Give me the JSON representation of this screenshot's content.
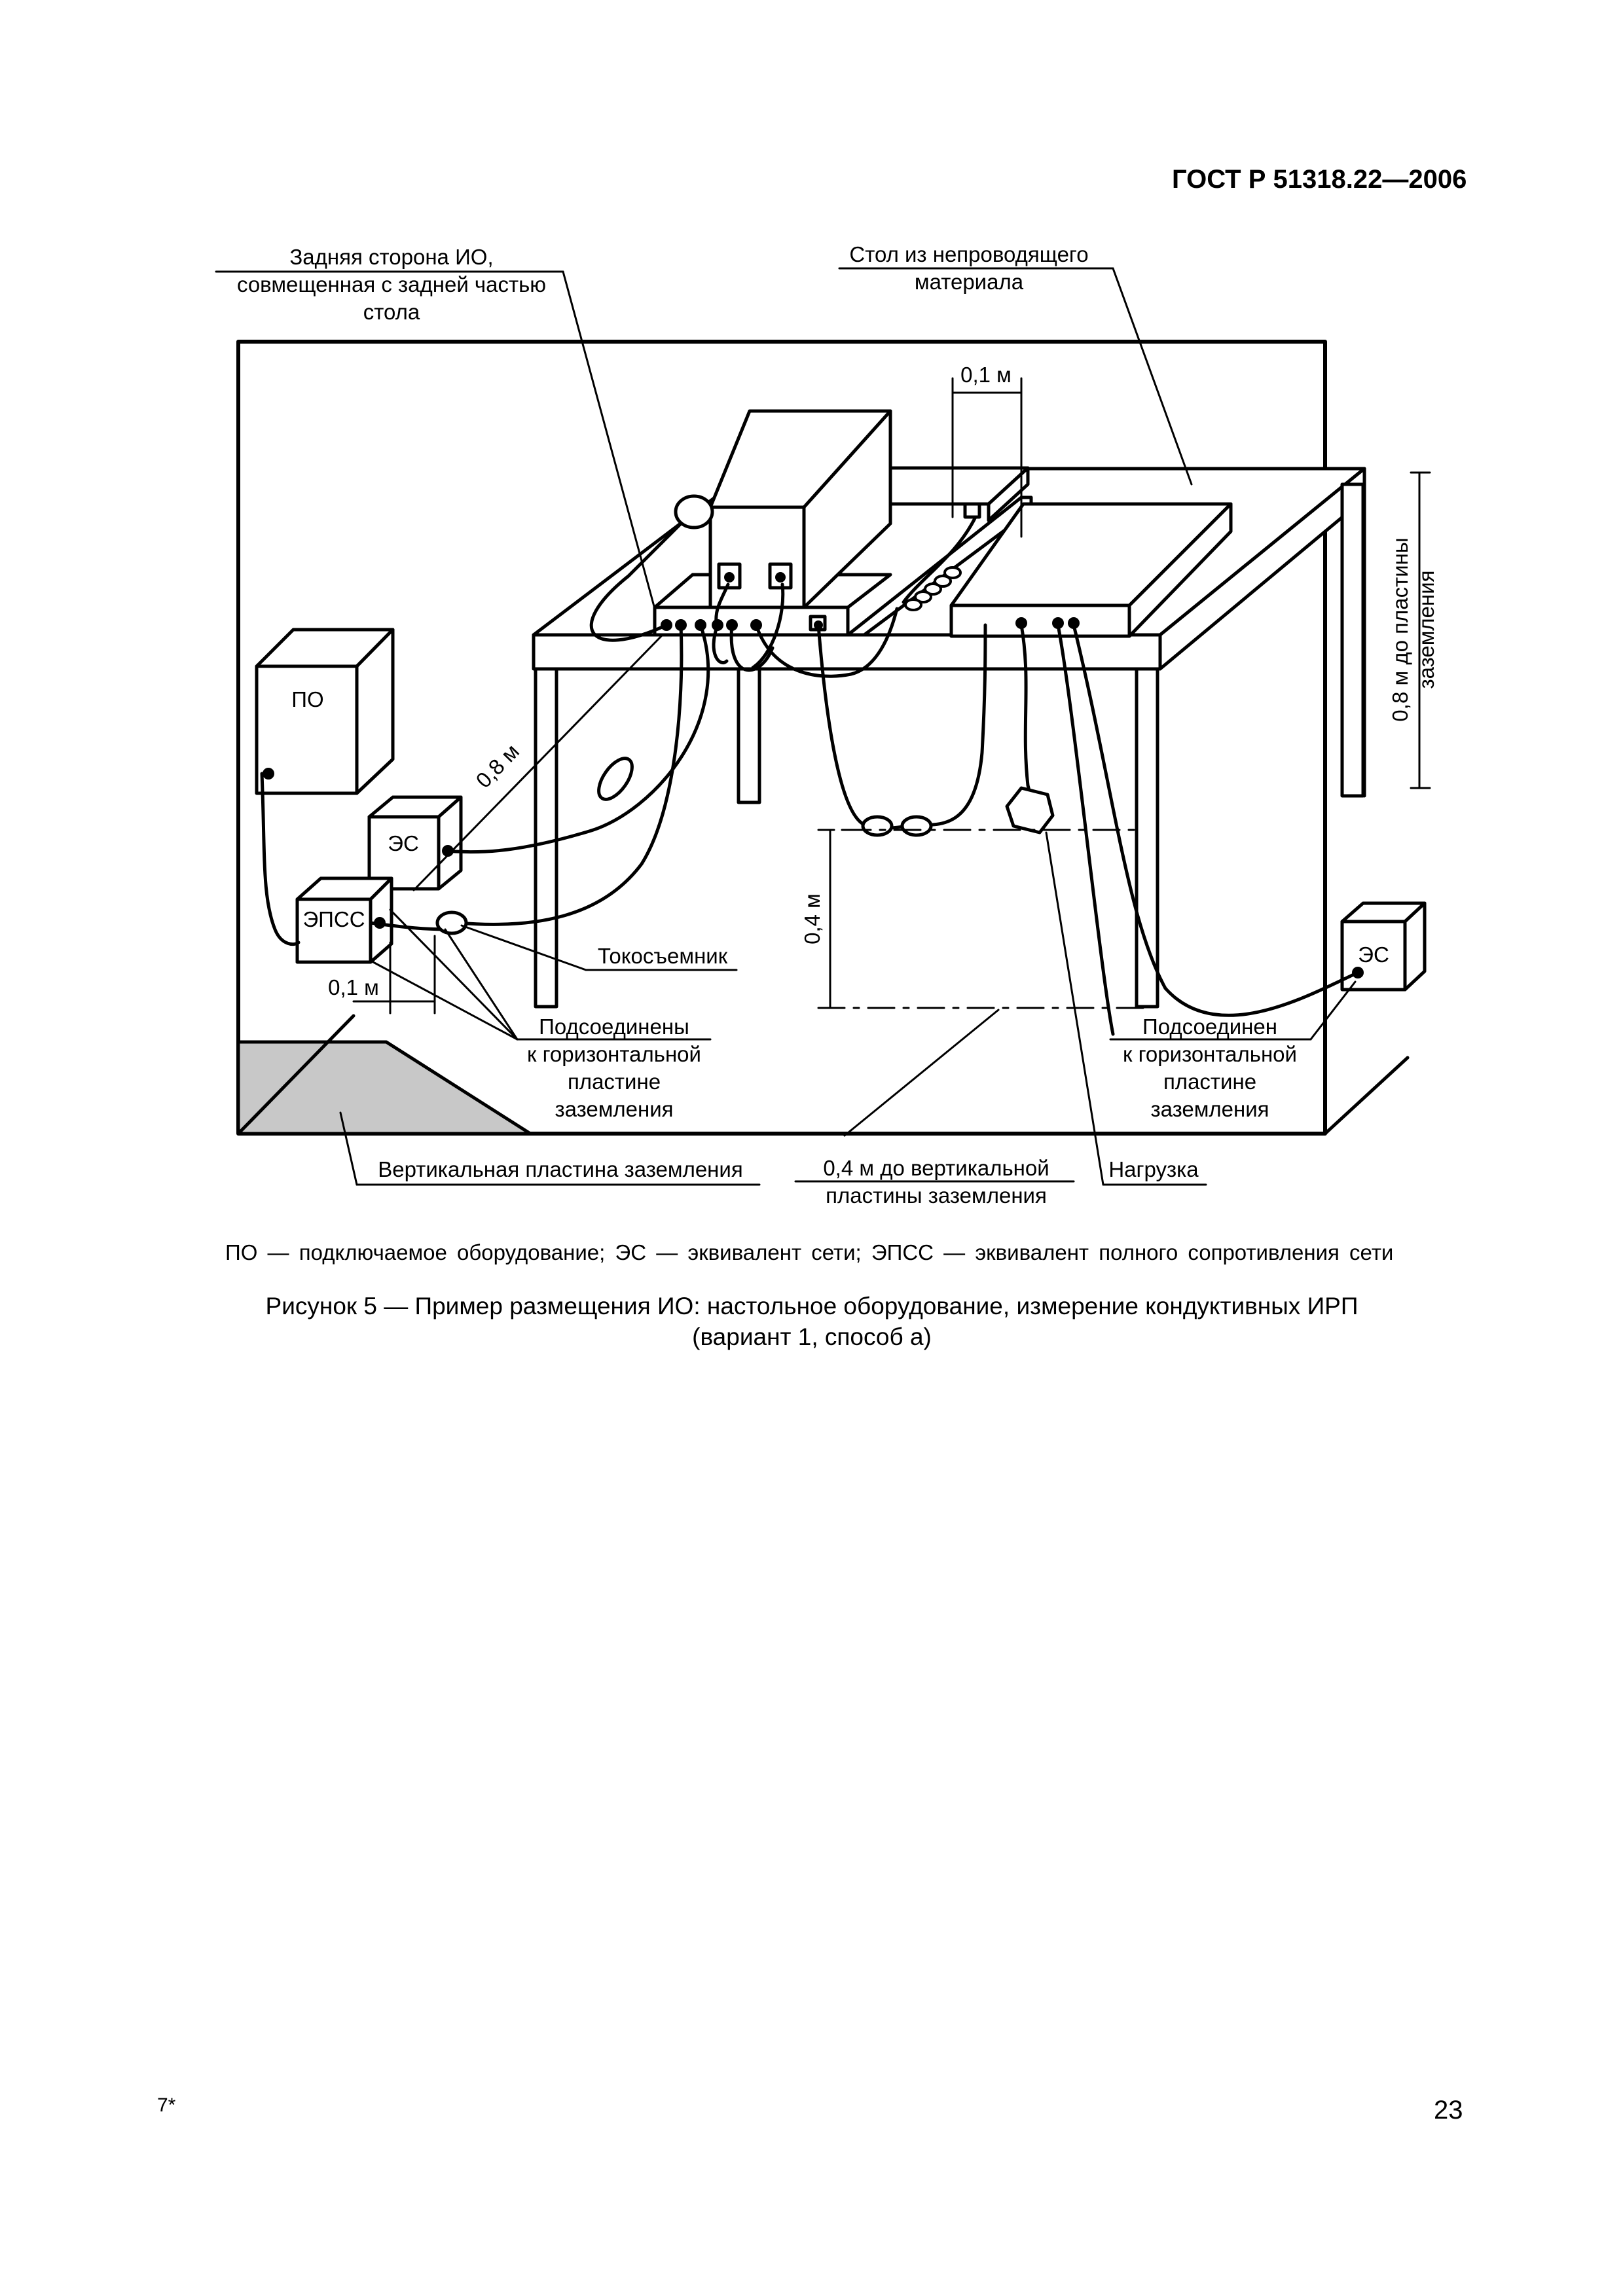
{
  "header": {
    "doc_code": "ГОСТ Р 51318.22—2006"
  },
  "figure": {
    "labels": {
      "back_side": [
        "Задняя сторона ИО,",
        "совмещенная с задней частью",
        "стола"
      ],
      "table": [
        "Стол из непроводящего",
        "материала"
      ],
      "dist_01_top": "0,1 м",
      "dist_08_right": [
        "0,8 м до пластины",
        "заземления"
      ],
      "po": "ПО",
      "es_left": "ЭС",
      "epss": "ЭПСС",
      "dist_08_diag": "0,8 м",
      "probe": "Токосъемник",
      "dist_01_bottom": "0,1 м",
      "connected_many": [
        "Подсоединены",
        "к горизонтальной",
        "пластине",
        "заземления"
      ],
      "dist_04_vertical": "0,4 м",
      "es_right": "ЭС",
      "connected_one": [
        "Подсоединен",
        "к горизонтальной",
        "пластине",
        "заземления"
      ],
      "vertical_plate": "Вертикальная пластина заземления",
      "dist_04_plate": [
        "0,4 м до вертикальной",
        "пластины заземления"
      ],
      "load": "Нагрузка"
    }
  },
  "legend": "ПО — подключаемое оборудование; ЭС — эквивалент сети; ЭПСС — эквивалент полного сопротивления сети",
  "caption": [
    "Рисунок 5 — Пример размещения ИО: настольное оборудование, измерение кондуктивных ИРП",
    "(вариант 1, способ  а)"
  ],
  "footer": {
    "left_mark": "7*",
    "page_number": "23"
  }
}
